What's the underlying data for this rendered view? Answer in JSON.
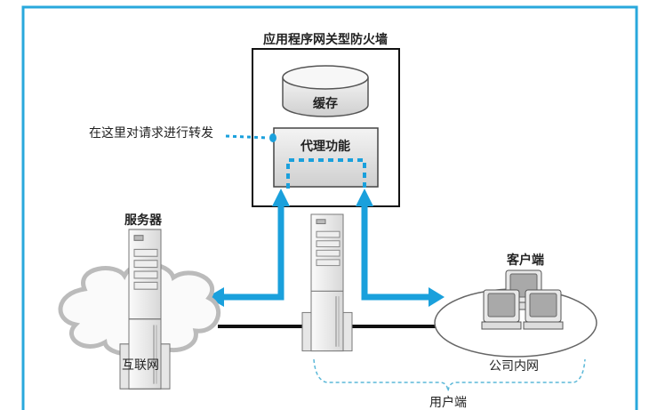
{
  "title": "应用程序网关型防火墙",
  "cache_label": "缓存",
  "proxy_label": "代理功能",
  "annotation": "在这里对请求进行转发",
  "server_label": "服务器",
  "internet_label": "互联网",
  "client_label": "客户端",
  "intranet_label": "公司内网",
  "user_side_label": "用户端",
  "colors": {
    "accent": "#1aa0dc",
    "frame": "#29a8dc",
    "line": "#111111"
  }
}
